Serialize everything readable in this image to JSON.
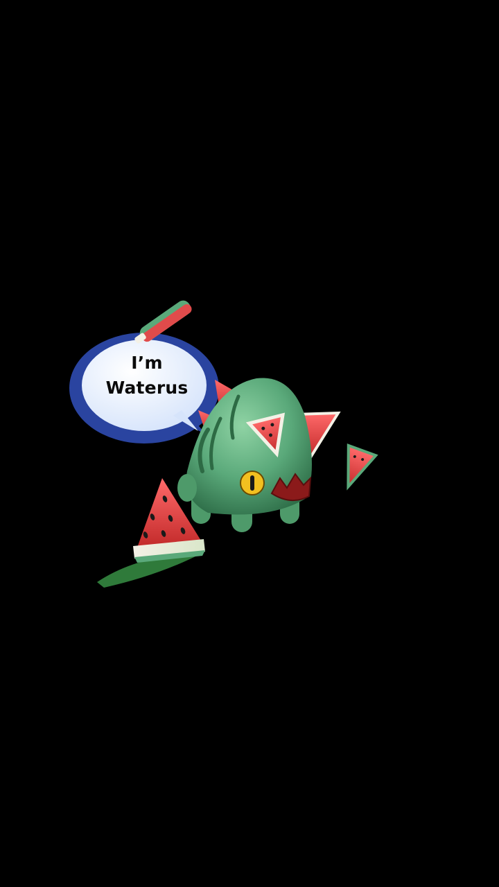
{
  "speech_bubble": {
    "line1": "I’m",
    "line2": "Waterus"
  },
  "character": {
    "icon": "watermelon-dino-creature"
  },
  "colors": {
    "background": "#000000",
    "bubble_fill": "#e8f1ff",
    "bubble_border": "#2a44a0",
    "melon_green": "#5aa97a",
    "melon_red": "#e04b4b",
    "eye_yellow": "#f2c020"
  }
}
